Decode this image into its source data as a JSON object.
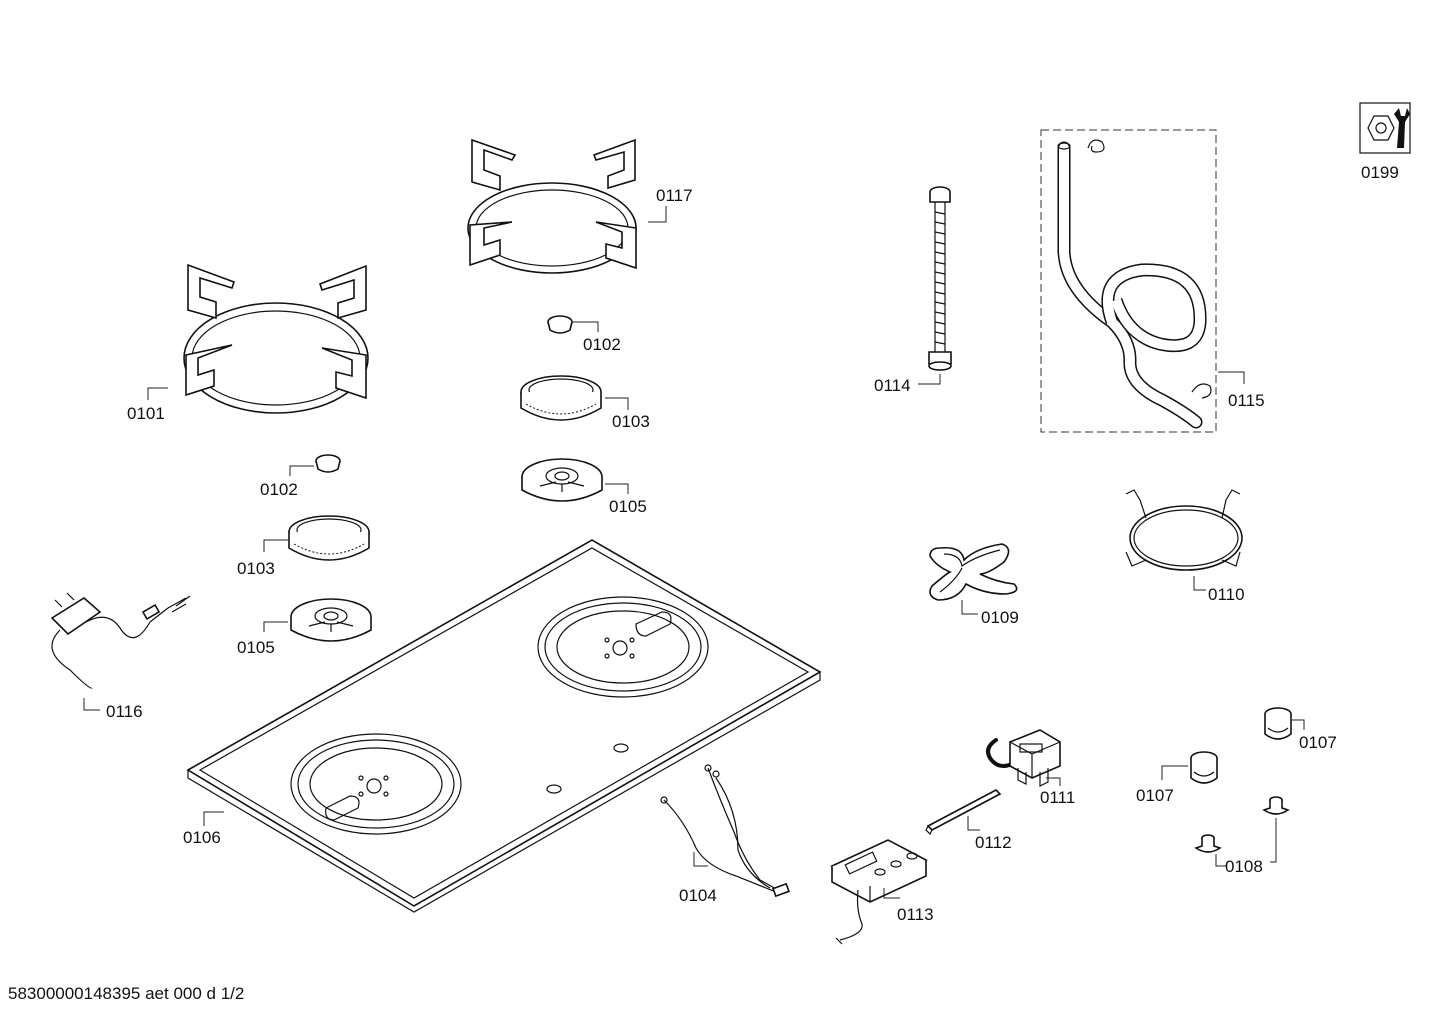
{
  "labels": {
    "p0101": "0101",
    "p0117": "0117",
    "p0102a": "0102",
    "p0102b": "0102",
    "p0103a": "0103",
    "p0103b": "0103",
    "p0105a": "0105",
    "p0105b": "0105",
    "p0114": "0114",
    "p0115": "0115",
    "p0199": "0199",
    "p0116": "0116",
    "p0106": "0106",
    "p0109": "0109",
    "p0110": "0110",
    "p0111": "0111",
    "p0112": "0112",
    "p0113": "0113",
    "p0104": "0104",
    "p0107a": "0107",
    "p0107b": "0107",
    "p0108": "0108"
  },
  "footer": "58300000148395 aet 000 d 1/2",
  "icons": {
    "service": "wrench-nut-icon"
  }
}
